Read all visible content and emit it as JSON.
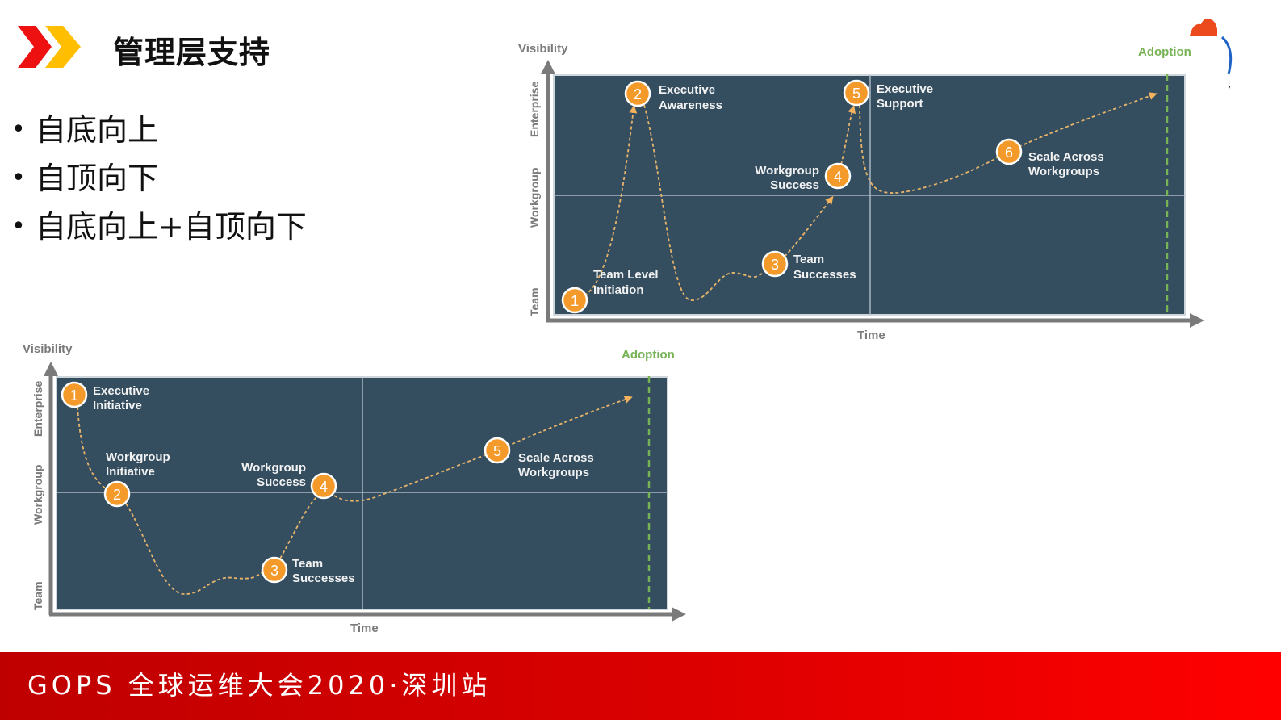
{
  "slide": {
    "title": "管理层支持",
    "bullets": [
      {
        "label": "自底向上"
      },
      {
        "label": "自顶向下"
      },
      {
        "label": "自底向上+自顶向下"
      }
    ]
  },
  "footer": {
    "text": "GOPS 全球运维大会2020·深圳站"
  },
  "colors": {
    "panel": "#344e60",
    "axis": "#7a7a7a",
    "marker": "#f39a2a",
    "path": "#e8b46a",
    "adoption": "#77b255",
    "footer_start": "#bf0000",
    "footer_end": "#ff0000",
    "chevron_red": "#ee1111",
    "chevron_yellow": "#ffbf00"
  },
  "chart_data": [
    {
      "type": "line",
      "title": "Bottom-up adoption path",
      "xlabel": "Time",
      "ylabel": "Visibility",
      "y_levels": [
        "Team",
        "Workgroup",
        "Enterprise"
      ],
      "adoption_label": "Adoption",
      "points": [
        {
          "n": "1",
          "label": [
            "Team Level",
            "Initiation"
          ],
          "level": "Team"
        },
        {
          "n": "2",
          "label": [
            "Executive",
            "Awareness"
          ],
          "level": "Enterprise"
        },
        {
          "n": "3",
          "label": [
            "Team",
            "Successes"
          ],
          "level": "Team"
        },
        {
          "n": "4",
          "label": [
            "Workgroup",
            "Success"
          ],
          "level": "Workgroup"
        },
        {
          "n": "5",
          "label": [
            "Executive",
            "Support"
          ],
          "level": "Enterprise"
        },
        {
          "n": "6",
          "label": [
            "Scale Across",
            "Workgroups"
          ],
          "level": "Workgroup"
        }
      ]
    },
    {
      "type": "line",
      "title": "Top-down adoption path",
      "xlabel": "Time",
      "ylabel": "Visibility",
      "y_levels": [
        "Team",
        "Workgroup",
        "Enterprise"
      ],
      "adoption_label": "Adoption",
      "points": [
        {
          "n": "1",
          "label": [
            "Executive",
            "Initiative"
          ],
          "level": "Enterprise"
        },
        {
          "n": "2",
          "label": [
            "Workgroup",
            "Initiative"
          ],
          "level": "Workgroup"
        },
        {
          "n": "3",
          "label": [
            "Team",
            "Successes"
          ],
          "level": "Team"
        },
        {
          "n": "4",
          "label": [
            "Workgroup",
            "Success"
          ],
          "level": "Workgroup"
        },
        {
          "n": "5",
          "label": [
            "Scale Across",
            "Workgroups"
          ],
          "level": "Workgroup"
        }
      ]
    }
  ]
}
